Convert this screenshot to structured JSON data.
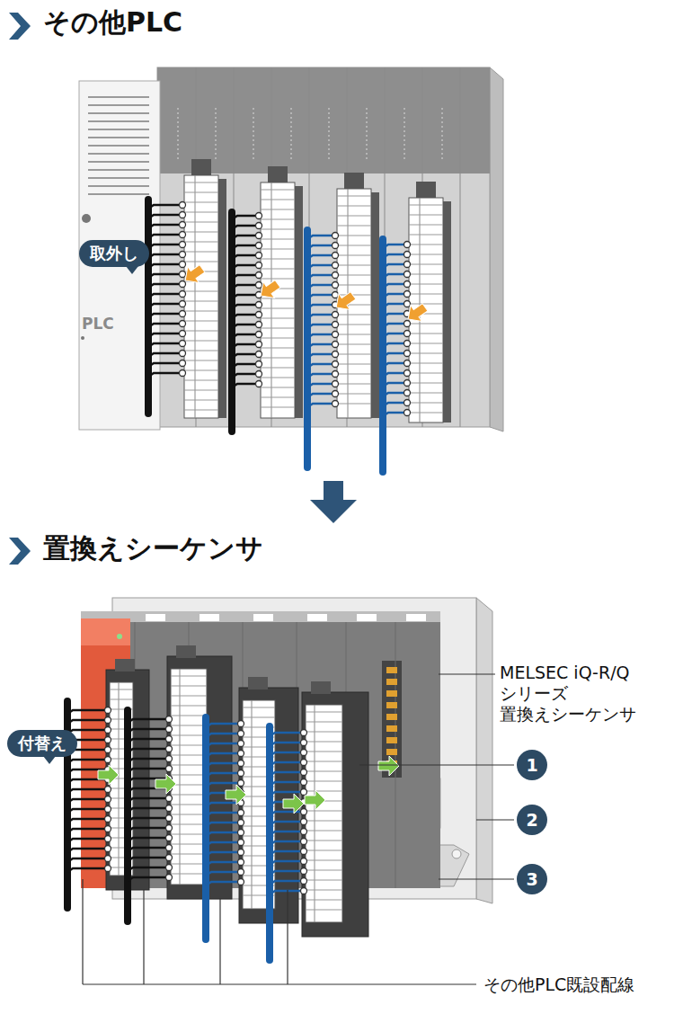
{
  "diagram": {
    "nodes": [
      {
        "text": [
          "取外し"
        ]
      },
      {
        "text": [
          "付替え"
        ]
      }
    ],
    "labels": [
      "その他PLC",
      "PLC",
      "置換えシーケンサ",
      "MELSEC iQ-R/Q シリーズ 置換えシーケンサ",
      "1",
      "2",
      "3",
      "その他PLC既設配線"
    ]
  }
}
